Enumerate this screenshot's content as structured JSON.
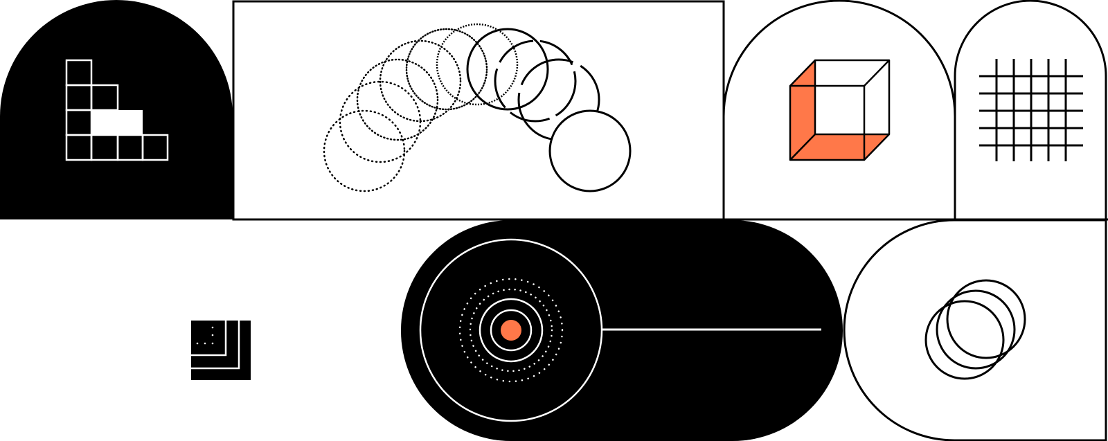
{
  "colors": {
    "background": "#ffffff",
    "ink": "#000000",
    "accent": "#ff7849"
  },
  "panels": [
    {
      "name": "stair-grid-dome",
      "icon": "stair-grid-icon"
    },
    {
      "name": "rolling-circles-box",
      "icon": "rolling-circles-icon"
    },
    {
      "name": "cube-arch",
      "icon": "wireframe-cube-icon"
    },
    {
      "name": "grid-arch",
      "icon": "hash-grid-icon"
    },
    {
      "name": "nested-squares-tile",
      "icon": "nested-squares-icon"
    },
    {
      "name": "target-pill",
      "icon": "radar-target-icon"
    },
    {
      "name": "overlapping-circles-arch",
      "icon": "overlapping-circles-icon"
    }
  ]
}
